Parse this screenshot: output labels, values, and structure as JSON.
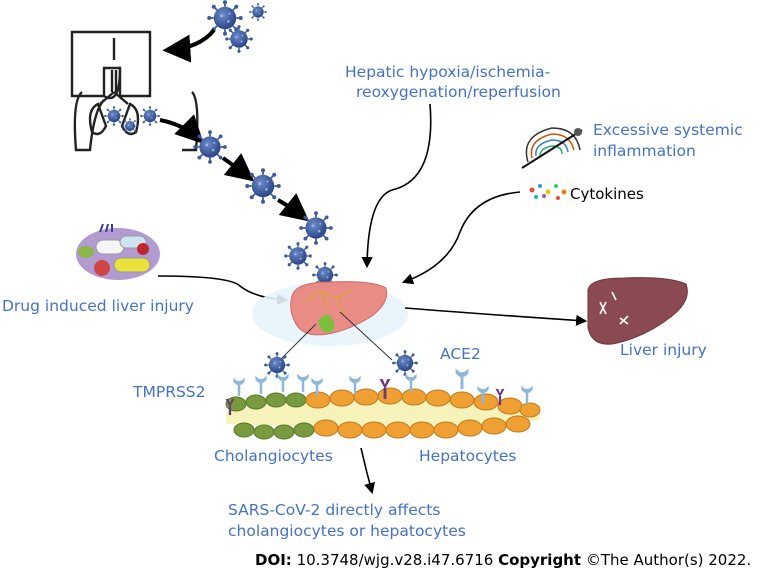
{
  "labels": {
    "hypoxia_line1": "Hepatic hypoxia/ischemia-",
    "hypoxia_line2": "reoxygenation/reperfusion",
    "inflammation_line1": "Excessive systemic",
    "inflammation_line2": "inflammation",
    "cytokines": "Cytokines",
    "drug_injury": "Drug induced liver injury",
    "liver_injury": "Liver injury",
    "ace2": "ACE2",
    "tmprss2": "TMPRSS2",
    "cholangiocytes": "Cholangiocytes",
    "hepatocytes": "Hepatocytes",
    "sars_line1": "SARS-CoV-2 directly affects",
    "sars_line2": "cholangiocytes or hepatocytes"
  },
  "footer": {
    "doi_label": "DOI:",
    "doi_value": " 10.3748/wjg.v28.i47.6716 ",
    "copyright_label": "Copyright",
    "copyright_value": " ©The Author(s) 2022."
  },
  "colors": {
    "label_blue": "#4472c4",
    "virus": "#3d5a99",
    "liver": "#e98c86",
    "injured_liver": "#8b4a52",
    "cholangiocyte": "#7a9a3f",
    "hepatocyte": "#f0a032",
    "receptor": "#8fb8d8",
    "tmprss2": "#6b3a7a"
  }
}
